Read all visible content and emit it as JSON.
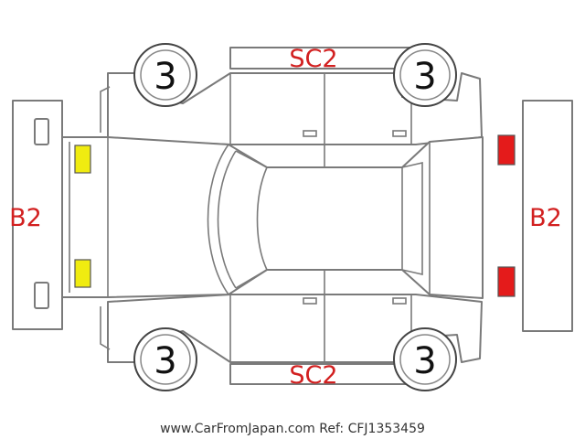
{
  "colors": {
    "outline": "#7a7a7a",
    "damage_code": "#d22020",
    "marker_front_lamp": "#f0ec10",
    "marker_rear_lamp": "#e41b1b"
  },
  "markers": {
    "front_bumper": "B2",
    "rear_bumper": "B2",
    "top_side": "SC2",
    "bottom_side": "SC2"
  },
  "wheels": {
    "front_left": "3",
    "rear_left": "3",
    "front_right": "3",
    "rear_right": "3"
  },
  "footer": {
    "text": "www.CarFromJapan.com Ref: CFJ1353459"
  }
}
